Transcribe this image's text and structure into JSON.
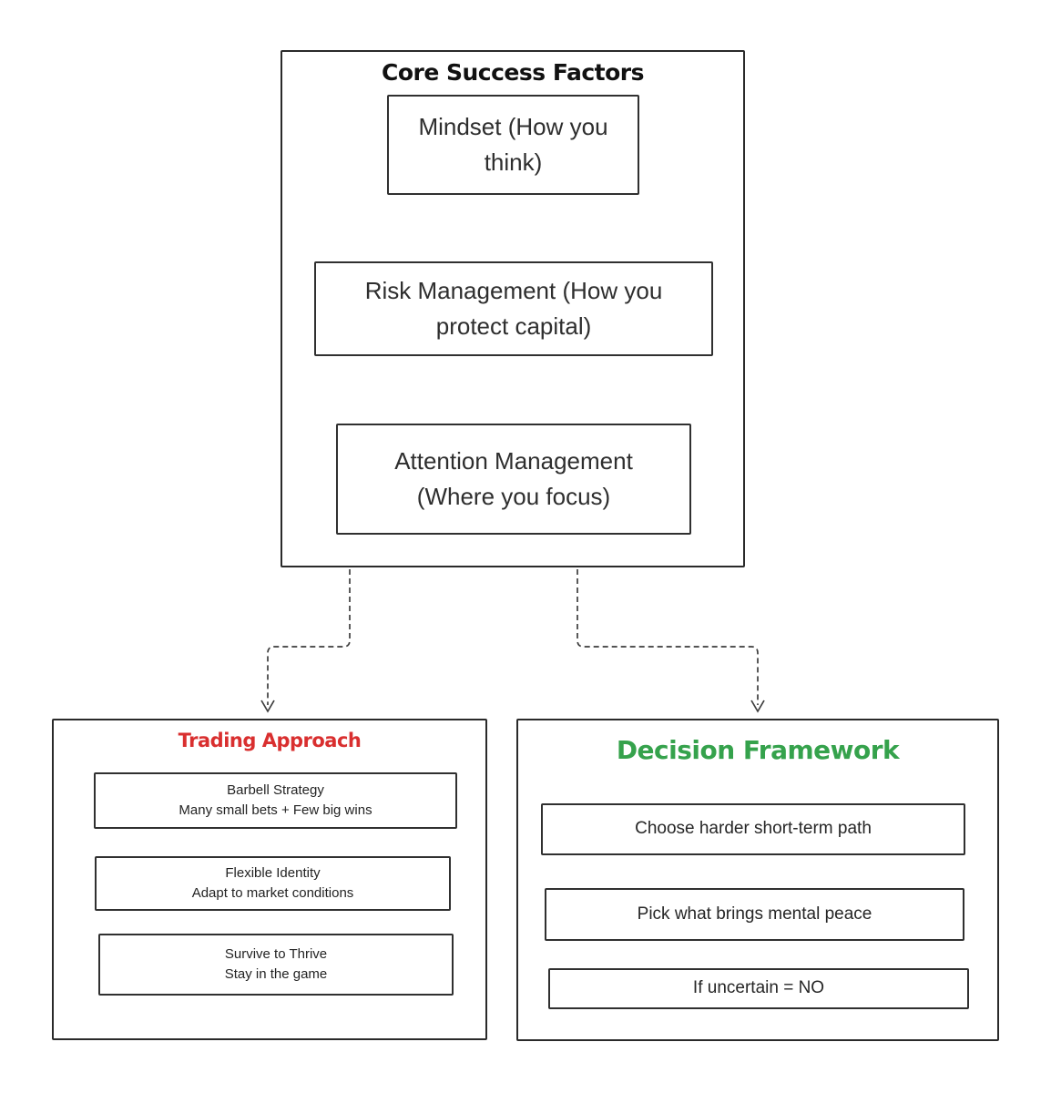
{
  "diagram": {
    "background_color": "#ffffff",
    "border_color": "#2a2a2a",
    "connector_color": "#3d3d3d",
    "core": {
      "title": "Core Success Factors",
      "title_color": "#111111",
      "items": [
        {
          "label": "Mindset (How you think)"
        },
        {
          "label": "Risk Management (How you protect capital)"
        },
        {
          "label": "Attention Management (Where you focus)"
        }
      ]
    },
    "trading": {
      "title": "Trading Approach",
      "title_color": "#d92f2f",
      "items": [
        {
          "line1": "Barbell Strategy",
          "line2": "Many small bets + Few big wins"
        },
        {
          "line1": "Flexible Identity",
          "line2": "Adapt to market conditions"
        },
        {
          "line1": "Survive to Thrive",
          "line2": "Stay in the game"
        }
      ]
    },
    "decision": {
      "title": "Decision Framework",
      "title_color": "#35a24c",
      "items": [
        {
          "label": "Choose harder short-term path"
        },
        {
          "label": "Pick what brings mental peace"
        },
        {
          "label": "If uncertain = NO"
        }
      ]
    }
  }
}
